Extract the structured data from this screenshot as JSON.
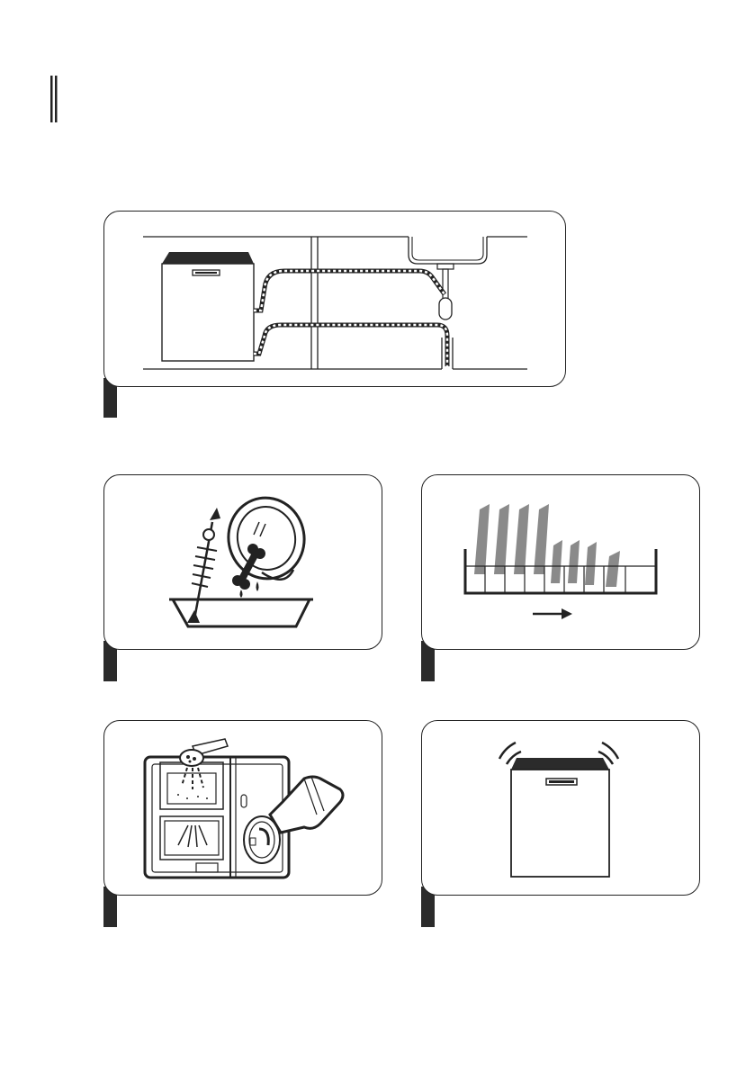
{
  "page": {
    "title": "",
    "sections": [
      {
        "id": "installation",
        "caption": ""
      },
      {
        "id": "scrape-food",
        "caption": ""
      },
      {
        "id": "load-racks",
        "caption": ""
      },
      {
        "id": "add-detergent-rinse-aid",
        "caption": ""
      },
      {
        "id": "run-dishwasher",
        "caption": ""
      }
    ]
  },
  "icons": [
    "dishwasher-icon",
    "drain-hose-icon",
    "sink-icon",
    "plate-icon",
    "fish-bone-icon",
    "bone-icon",
    "bin-icon",
    "dish-rack-icon",
    "arrow-right-icon",
    "detergent-dispenser-icon",
    "scoop-icon",
    "rinse-aid-bottle-icon",
    "vibration-icon"
  ],
  "colors": {
    "ink": "#222222",
    "plate_gray": "#8a8a8a",
    "tab": "#2b2b2b"
  }
}
